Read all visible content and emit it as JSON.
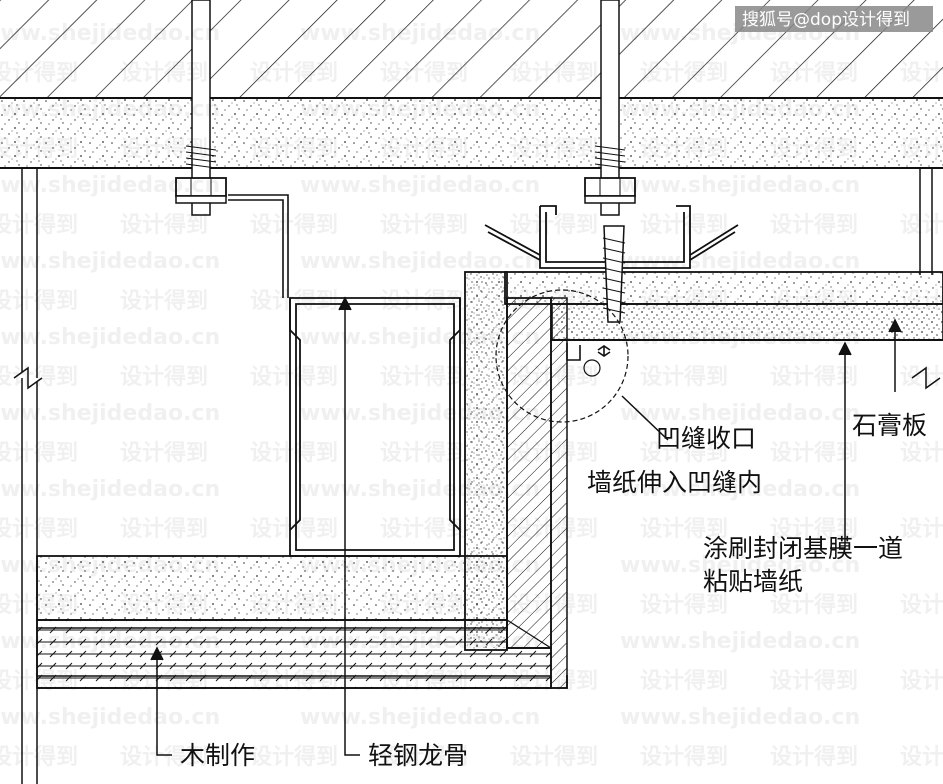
{
  "source_credit": "搜狐号@dop设计得到",
  "watermark": {
    "latin": "www.shejidedao.cn",
    "chinese": "设计得到"
  },
  "labels": {
    "gypsum_board": "石膏板",
    "groove_closure": "凹缝收口",
    "wallpaper_into_groove": "墙纸伸入凹缝内",
    "sealing_primer_line1": "涂刷封闭基膜一道",
    "sealing_primer_line2": "粘贴墙纸",
    "wood_work": "木制作",
    "light_steel_keel": "轻钢龙骨"
  },
  "colors": {
    "line": "#111111",
    "background": "#ffffff",
    "credit_bg": "#888888"
  }
}
